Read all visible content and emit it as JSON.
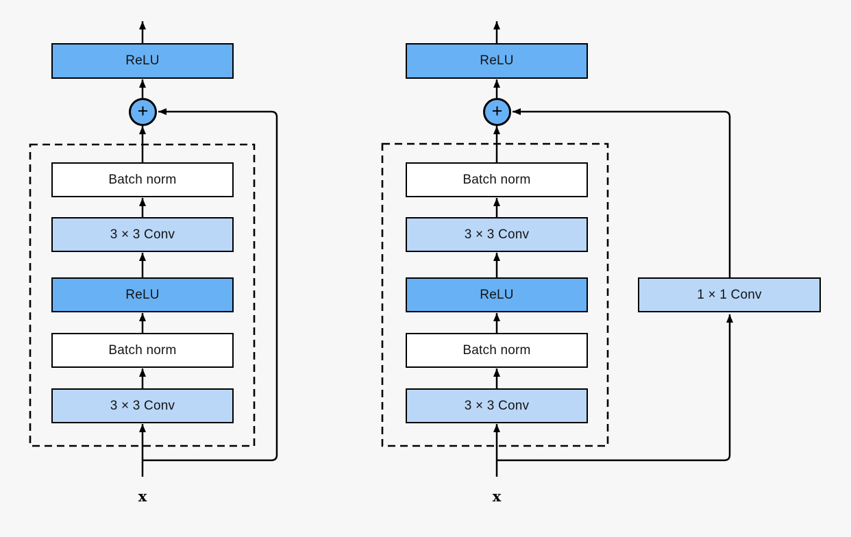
{
  "canvas": {
    "background": "#f7f7f7"
  },
  "colors": {
    "canvas_bg": "#f7f7f7",
    "strong_blue": "#68b1f5",
    "light_blue": "#bad7f8",
    "white_box": "#ffffff",
    "line_black": "#000000"
  },
  "left_diagram": {
    "output_box": "ReLU",
    "adder": "+",
    "blocks": [
      "Batch norm",
      "3 × 3 Conv",
      "ReLU",
      "Batch norm",
      "3 × 3 Conv"
    ],
    "input_label": "x"
  },
  "right_diagram": {
    "output_box": "ReLU",
    "adder": "+",
    "blocks": [
      "Batch norm",
      "3 × 3 Conv",
      "ReLU",
      "Batch norm",
      "3 × 3 Conv"
    ],
    "skip_box": "1 × 1 Conv",
    "input_label": "x"
  }
}
